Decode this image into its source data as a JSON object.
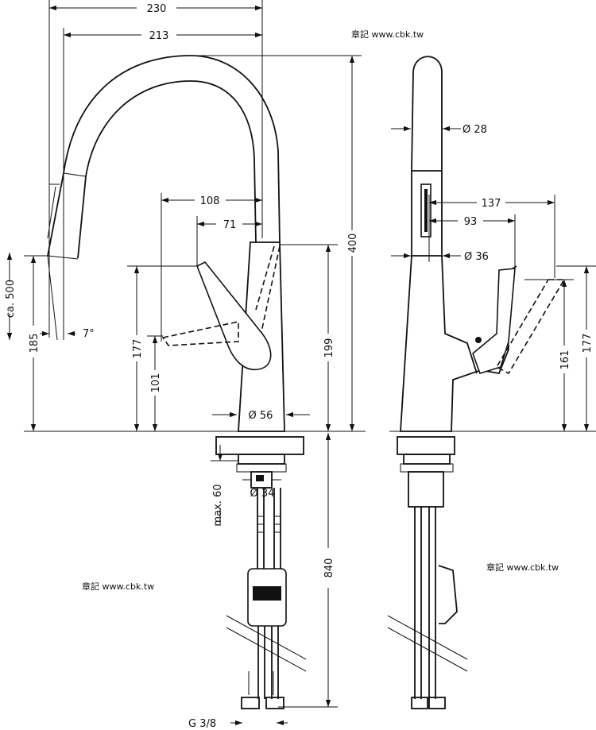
{
  "watermarks": [
    "章記 www.cbk.tw",
    "章記 www.cbk.tw",
    "章記 www.cbk.tw"
  ],
  "front_view": {
    "overall_width": "230",
    "spout_reach": "213",
    "lever_reach": "108",
    "lever_offset": "71",
    "overall_height": "400",
    "spout_outlet_height": "185",
    "pullout_hose": "ca. 500",
    "spout_angle": "7°",
    "lever_top_height": "177",
    "lever_bottom_height": "101",
    "body_height": "199",
    "base_diameter": "Ø 56",
    "shank_diameter": "Ø 34",
    "max_deck_thickness": "max. 60",
    "hose_length": "840",
    "thread": "G 3/8"
  },
  "side_view": {
    "spray_head_diameter": "Ø 28",
    "lever_depth": "137",
    "lever_offset": "93",
    "body_diameter": "Ø 36",
    "lever_height": "161",
    "lever_top_height": "177"
  }
}
